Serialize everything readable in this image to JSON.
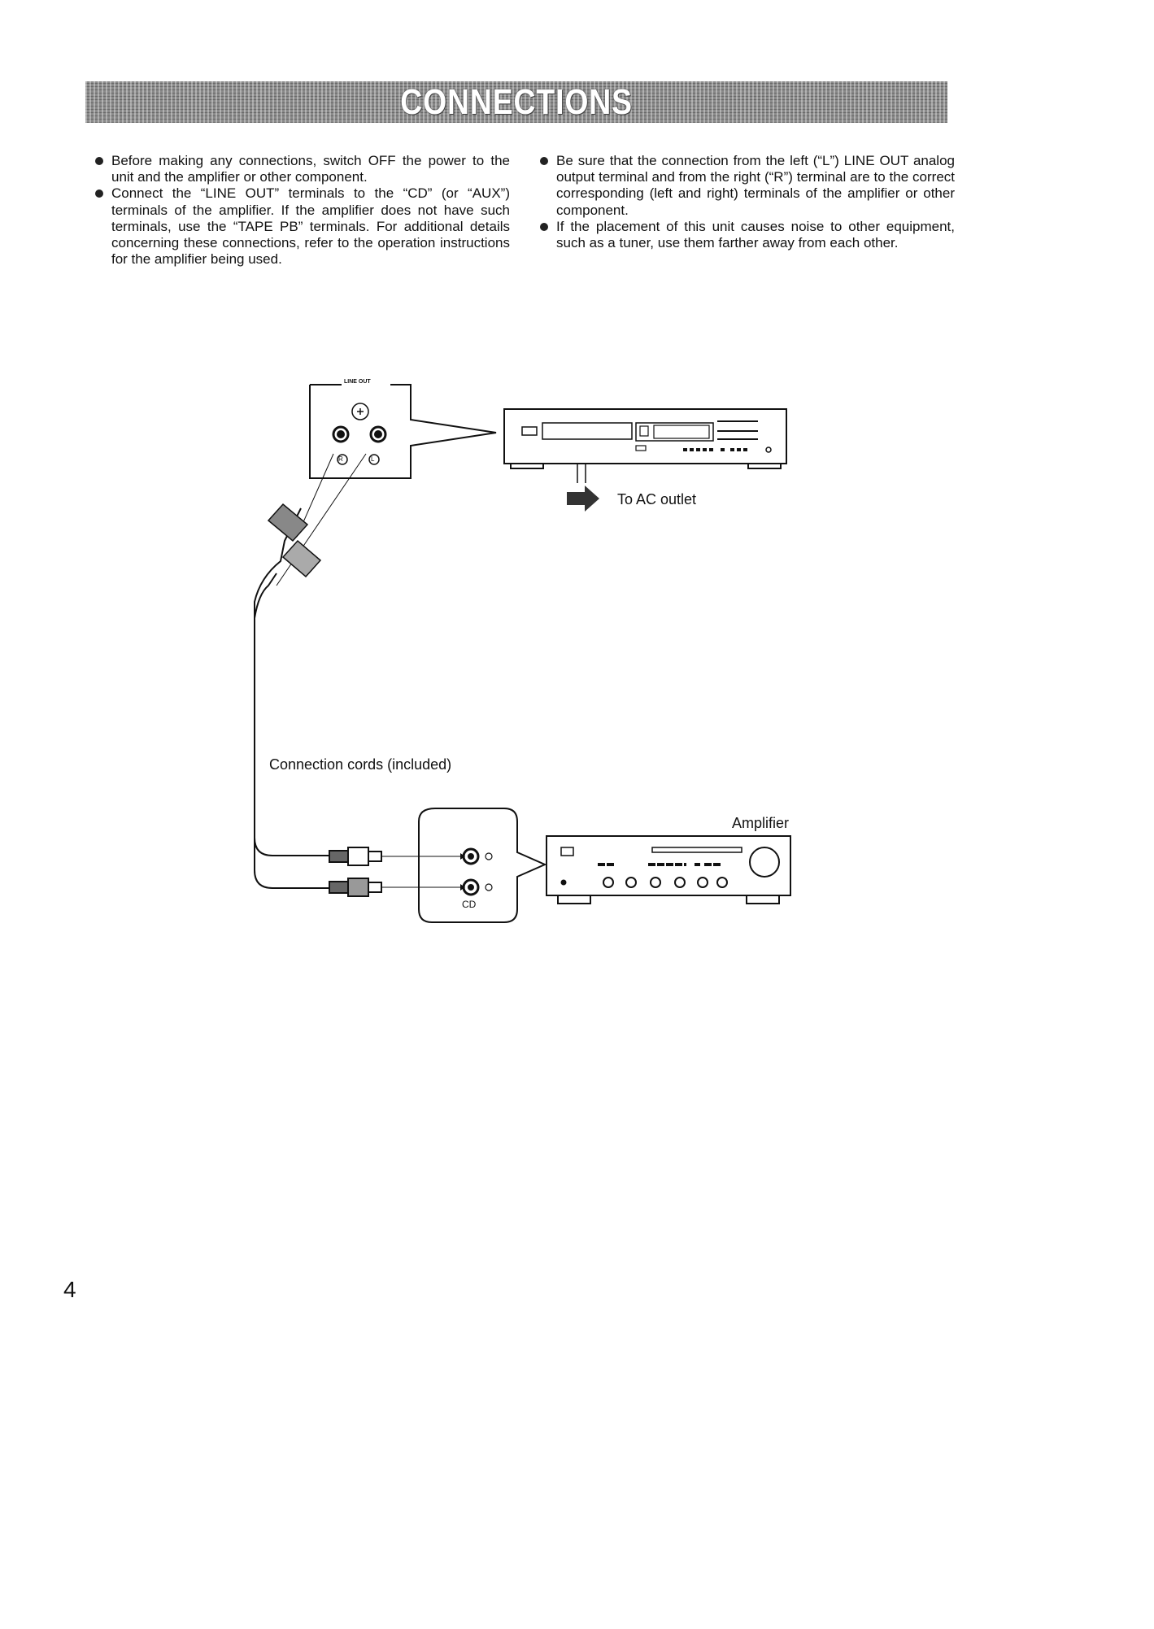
{
  "header": {
    "title": "CONNECTIONS"
  },
  "left_column": {
    "bullets": [
      "Before making any connections, switch OFF the power to the unit and the amplifier or other component.",
      "Connect the “LINE OUT” terminals to the “CD” (or “AUX”) terminals of the amplifier.  If the amplifier does not have such terminals, use the “TAPE PB” terminals. For additional details concerning these connections, refer to the operation instructions for the amplifier being used."
    ]
  },
  "right_column": {
    "bullets": [
      "Be sure that the connection from the left (“L”) LINE OUT analog output terminal and from the right (“R”) terminal are to the correct corresponding (left and right) terminals of the amplifier or other component.",
      "If the placement of this unit causes noise to other equipment, such as a tuner, use them farther away from each other."
    ]
  },
  "diagram": {
    "line_out_label": "LINE OUT",
    "jack_r": "R",
    "jack_l": "L",
    "ac_outlet_label": "To AC outlet",
    "cords_label": "Connection cords (included)",
    "amp_input_label": "CD",
    "amplifier_label": "Amplifier"
  },
  "page_number": "4"
}
